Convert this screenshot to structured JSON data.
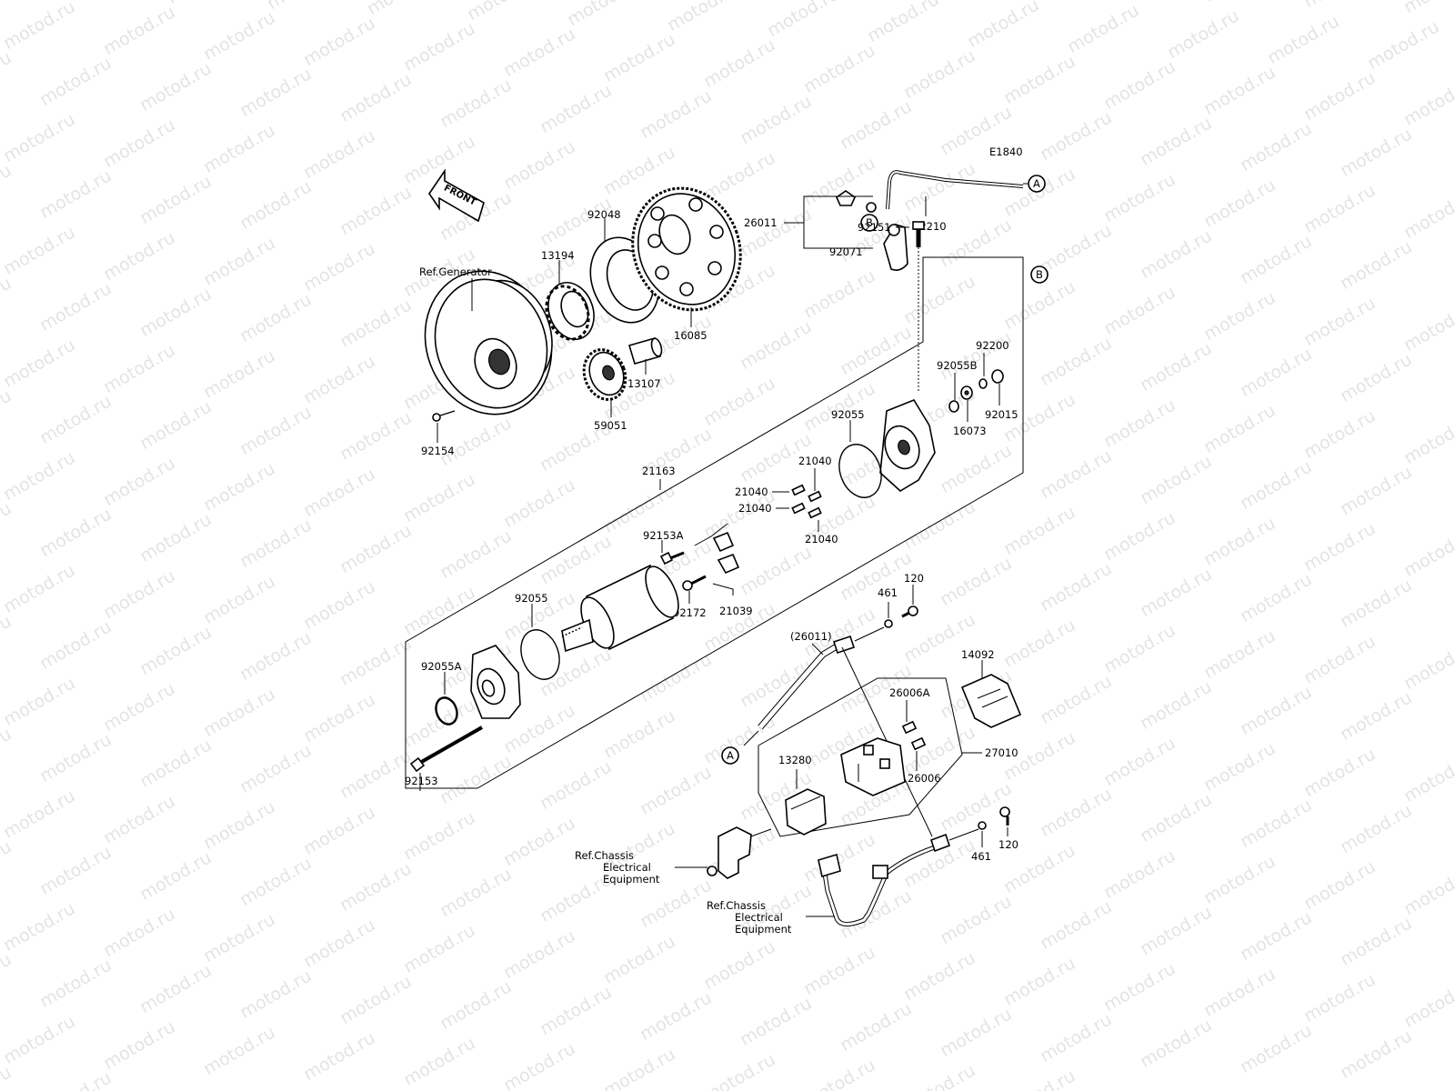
{
  "watermark_text": "motod.ru",
  "diagram_code": "E1840",
  "front_label": "FRONT",
  "refs": {
    "generator": "Ref.Generator",
    "chassis_1": [
      "Ref.Chassis",
      "Electrical",
      "Equipment"
    ],
    "chassis_2": [
      "Ref.Chassis",
      "Electrical",
      "Equipment"
    ]
  },
  "connectors": {
    "a_top": "A",
    "a_bottom": "A",
    "b_top": "B",
    "b_right": "B"
  },
  "part_numbers": {
    "p26011": "26011",
    "p92210": "92210",
    "p92071": "92071",
    "p92048": "92048",
    "p13194": "13194",
    "p16085": "16085",
    "p13107": "13107",
    "p59051": "59051",
    "p92154": "92154",
    "p92151": "92151",
    "p92200": "92200",
    "p92055B": "92055B",
    "p92015": "92015",
    "p16073": "16073",
    "p92055_top": "92055",
    "p21163": "21163",
    "p21040_a": "21040",
    "p21040_b": "21040",
    "p21040_c": "21040",
    "p21040_d": "21040",
    "p92153A": "92153A",
    "p92172": "92172",
    "p21039": "21039",
    "p92055_mid": "92055",
    "p92055A": "92055A",
    "p92153": "92153",
    "p461_top": "461",
    "p120_top": "120",
    "p26011_paren": "(26011)",
    "p14092": "14092",
    "p26006A": "26006A",
    "p26006": "26006",
    "p27010": "27010",
    "p13280": "13280",
    "p461_bot": "461",
    "p120_bot": "120"
  }
}
